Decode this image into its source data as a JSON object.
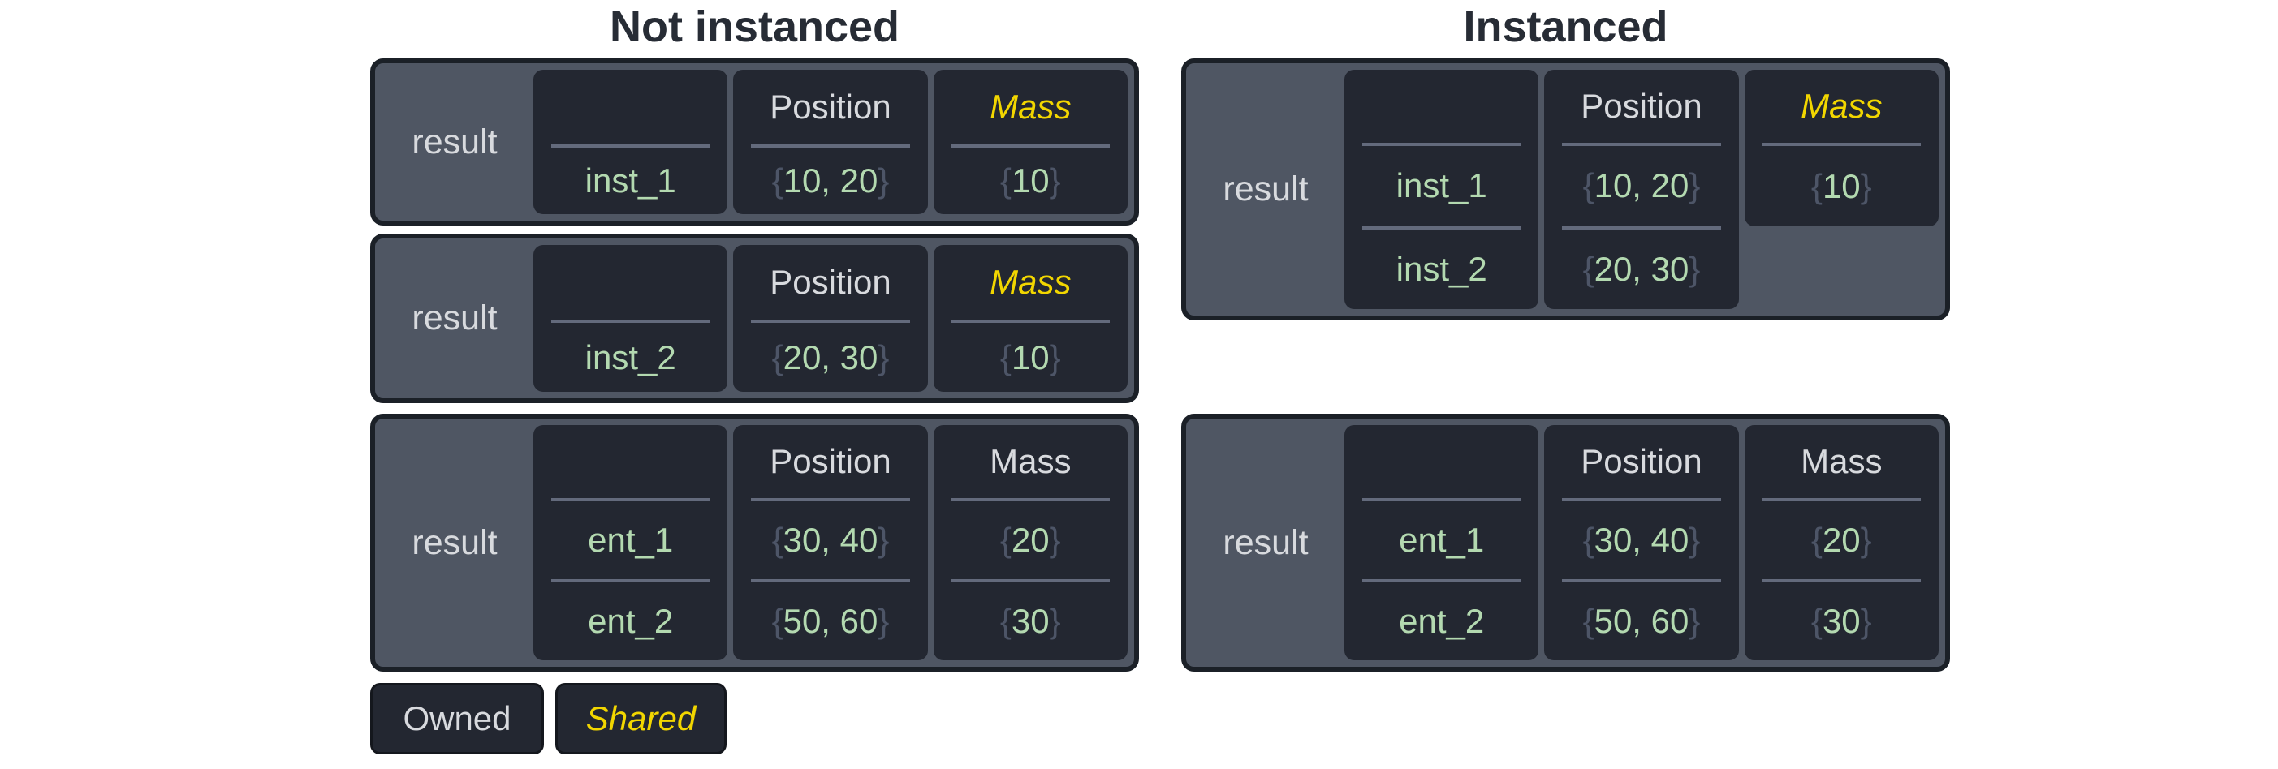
{
  "colors": {
    "page_bg": "#ffffff",
    "title_text": "#272c35",
    "box_border": "#1b2027",
    "box_fill": "#4f5663",
    "cell_fill": "#232731",
    "divider": "#636a7c",
    "owned_text": "#d8dade",
    "shared_text": "#f2d600",
    "value_green": "#b3d9b0",
    "brace_gray": "#4d5567"
  },
  "panels": [
    {
      "title": "Not instanced",
      "boxes": [
        {
          "label": "result",
          "columns": [
            {
              "header": "",
              "shared": false,
              "values": [
                "inst_1"
              ]
            },
            {
              "header": "Position",
              "shared": false,
              "values": [
                "{10, 20}"
              ]
            },
            {
              "header": "Mass",
              "shared": true,
              "values": [
                "{10}"
              ]
            }
          ]
        },
        {
          "label": "result",
          "columns": [
            {
              "header": "",
              "shared": false,
              "values": [
                "inst_2"
              ]
            },
            {
              "header": "Position",
              "shared": false,
              "values": [
                "{20, 30}"
              ]
            },
            {
              "header": "Mass",
              "shared": true,
              "values": [
                "{10}"
              ]
            }
          ]
        },
        {
          "label": "result",
          "columns": [
            {
              "header": "",
              "shared": false,
              "values": [
                "ent_1",
                "ent_2"
              ]
            },
            {
              "header": "Position",
              "shared": false,
              "values": [
                "{30, 40}",
                "{50, 60}"
              ]
            },
            {
              "header": "Mass",
              "shared": false,
              "values": [
                "{20}",
                "{30}"
              ]
            }
          ]
        }
      ]
    },
    {
      "title": "Instanced",
      "boxes": [
        {
          "label": "result",
          "columns": [
            {
              "header": "",
              "shared": false,
              "values": [
                "inst_1",
                "inst_2"
              ]
            },
            {
              "header": "Position",
              "shared": false,
              "values": [
                "{10, 20}",
                "{20, 30}"
              ]
            },
            {
              "header": "Mass",
              "shared": true,
              "short": true,
              "values": [
                "{10}"
              ]
            }
          ]
        },
        {
          "label": "result",
          "columns": [
            {
              "header": "",
              "shared": false,
              "values": [
                "ent_1",
                "ent_2"
              ]
            },
            {
              "header": "Position",
              "shared": false,
              "values": [
                "{30, 40}",
                "{50, 60}"
              ]
            },
            {
              "header": "Mass",
              "shared": false,
              "values": [
                "{20}",
                "{30}"
              ]
            }
          ]
        }
      ]
    }
  ],
  "legend": {
    "owned_label": "Owned",
    "shared_label": "Shared"
  }
}
